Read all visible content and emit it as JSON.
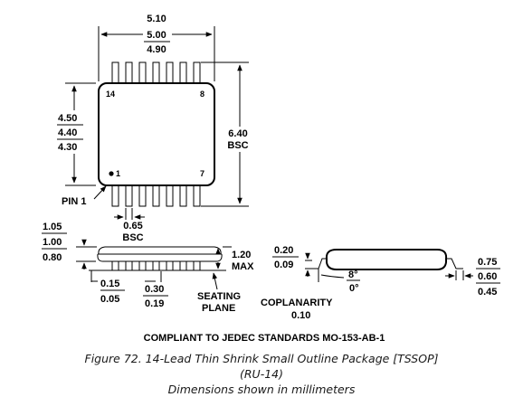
{
  "top_view": {
    "length_max": "5.10",
    "length_nom": "5.00",
    "length_min": "4.90",
    "width_max": "4.50",
    "width_nom": "4.40",
    "width_min": "4.30",
    "lead_span": "6.40",
    "lead_span_note": "BSC",
    "pitch": "0.65",
    "pitch_note": "BSC",
    "pin_14": "14",
    "pin_8": "8",
    "pin_1": "1",
    "pin_7": "7",
    "pin1_label": "PIN 1"
  },
  "side_view": {
    "standoff_max": "1.05",
    "standoff_nom": "1.00",
    "standoff_min": "0.80",
    "height": "1.20",
    "height_note": "MAX",
    "offset_max": "0.15",
    "offset_min": "0.05",
    "lead_width_max": "0.30",
    "lead_width_min": "0.19",
    "seating_1": "SEATING",
    "seating_2": "PLANE"
  },
  "end_view": {
    "lead_thick_max": "0.20",
    "lead_thick_min": "0.09",
    "angle_max": "8°",
    "angle_min": "0°",
    "foot_max": "0.75",
    "foot_nom": "0.60",
    "foot_min": "0.45",
    "coplanarity_label": "COPLANARITY",
    "coplanarity_value": "0.10"
  },
  "compliance": "COMPLIANT TO JEDEC STANDARDS MO-153-AB-1",
  "caption": {
    "line1": "Figure 72. 14-Lead Thin Shrink Small Outline Package [TSSOP]",
    "line2": "(RU-14)",
    "line3": "Dimensions shown in millimeters"
  }
}
